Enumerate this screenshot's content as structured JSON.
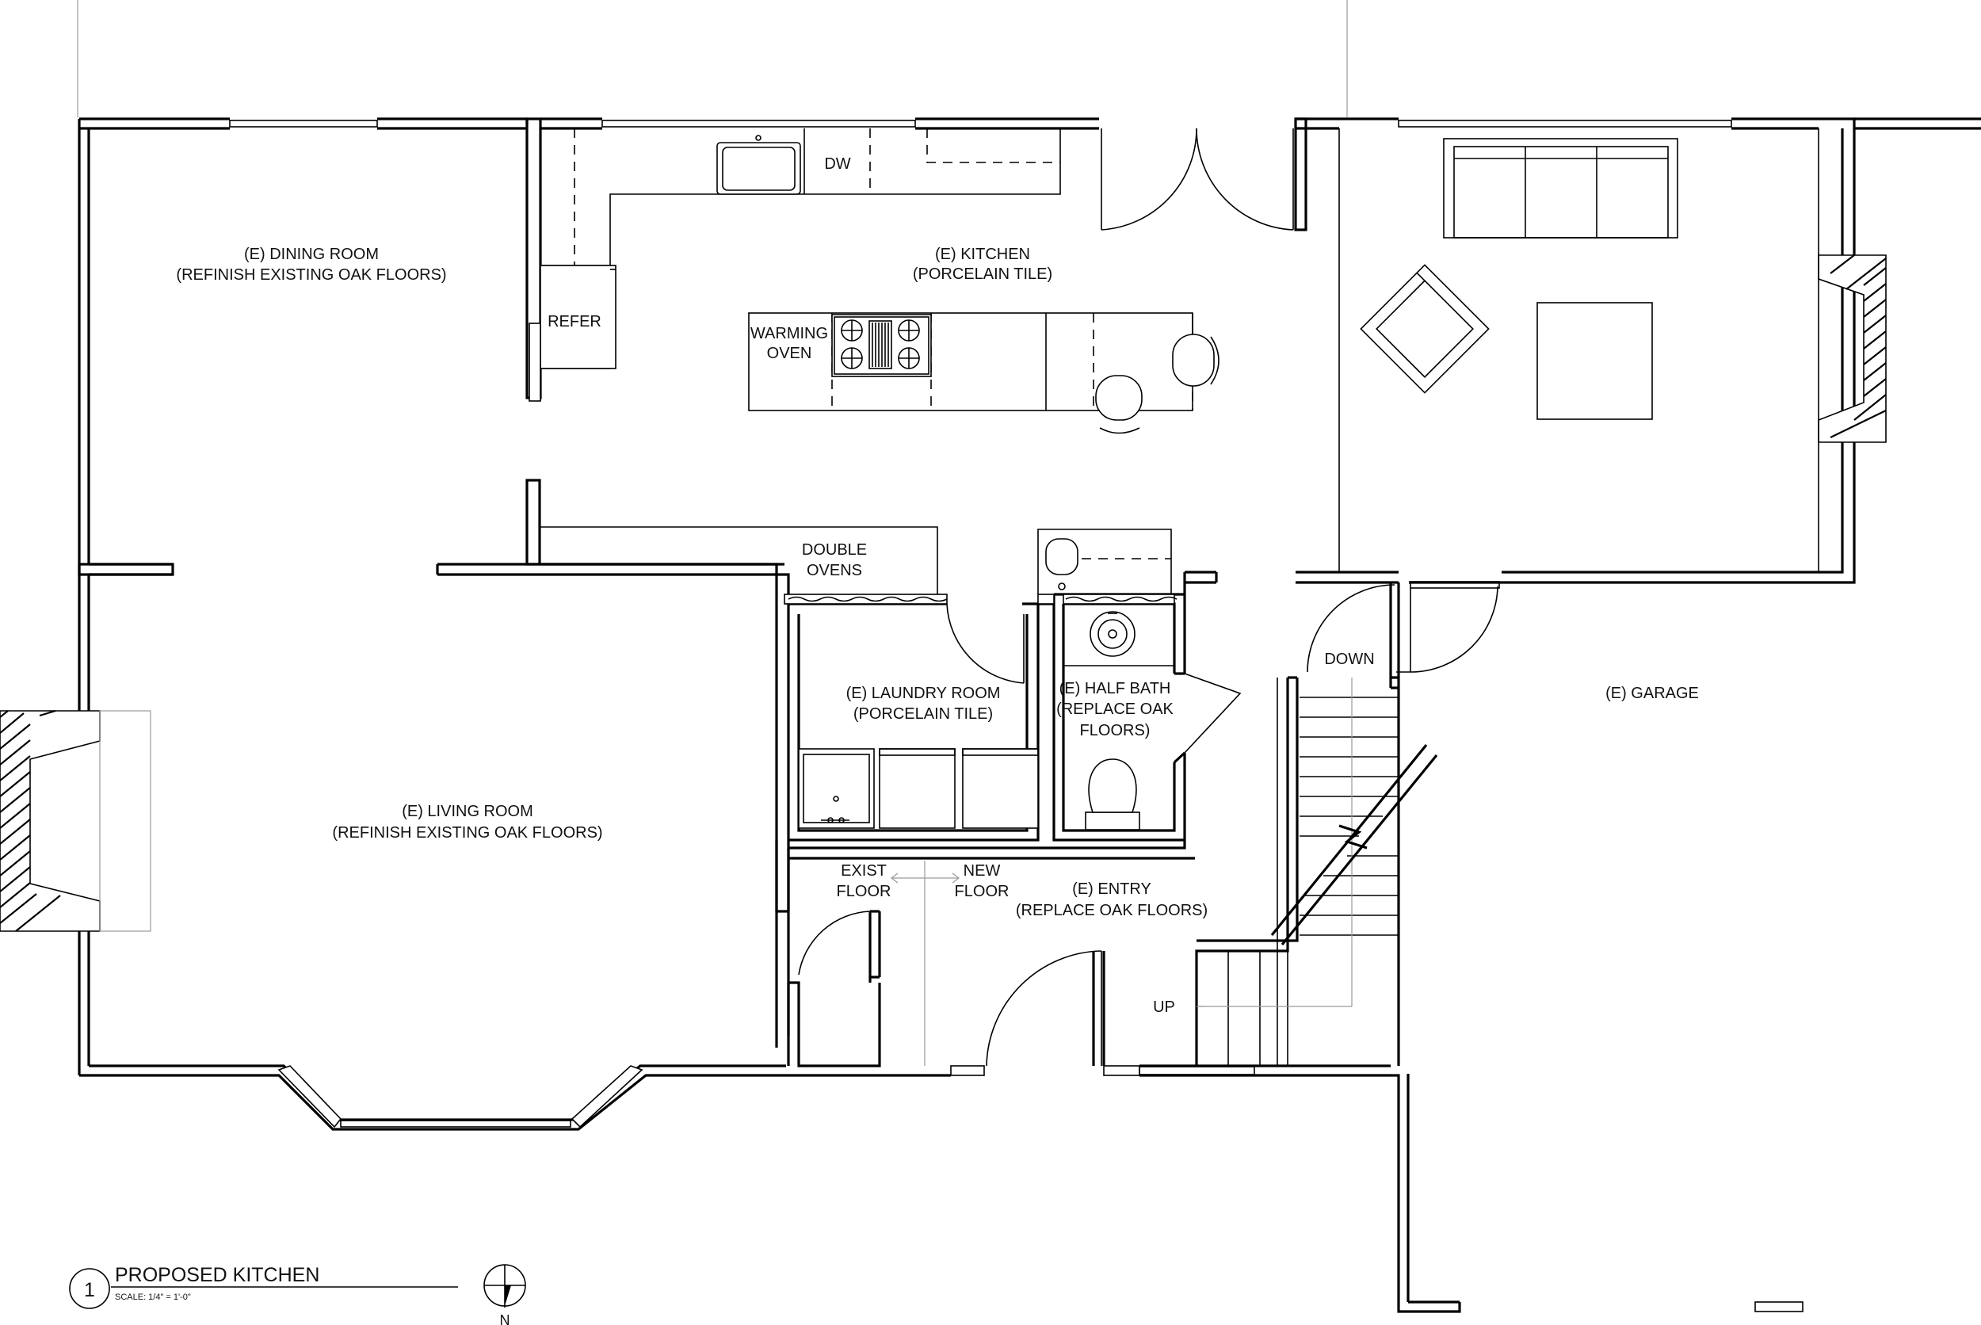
{
  "rooms": {
    "dining_room": {
      "name": "(E) DINING ROOM",
      "note": "(REFINISH EXISTING OAK FLOORS)"
    },
    "kitchen": {
      "name": "(E) KITCHEN",
      "note": "(PORCELAIN TILE)"
    },
    "living_room": {
      "name": "(E) LIVING ROOM",
      "note": "(REFINISH EXISTING OAK FLOORS)"
    },
    "laundry_room": {
      "name": "(E) LAUNDRY ROOM",
      "note": "(PORCELAIN TILE)"
    },
    "half_bath": {
      "name": "(E) HALF BATH",
      "note_1": "(REPLACE OAK",
      "note_2": "FLOORS)"
    },
    "garage": {
      "name": "(E) GARAGE"
    },
    "entry": {
      "name": "(E) ENTRY",
      "note": "(REPLACE OAK FLOORS)"
    }
  },
  "fixtures": {
    "dw": "DW",
    "refer": "REFER",
    "warming_oven_1": "WARMING",
    "warming_oven_2": "OVEN",
    "double_ovens_1": "DOUBLE",
    "double_ovens_2": "OVENS"
  },
  "annotations": {
    "down": "DOWN",
    "up": "UP",
    "exist_floor_1": "EXIST",
    "exist_floor_2": "FLOOR",
    "new_floor_1": "NEW",
    "new_floor_2": "FLOOR"
  },
  "title_block": {
    "number": "1",
    "title": "PROPOSED KITCHEN",
    "scale": "SCALE: 1/4\" = 1'-0\""
  },
  "north_arrow": {
    "label": "N"
  }
}
